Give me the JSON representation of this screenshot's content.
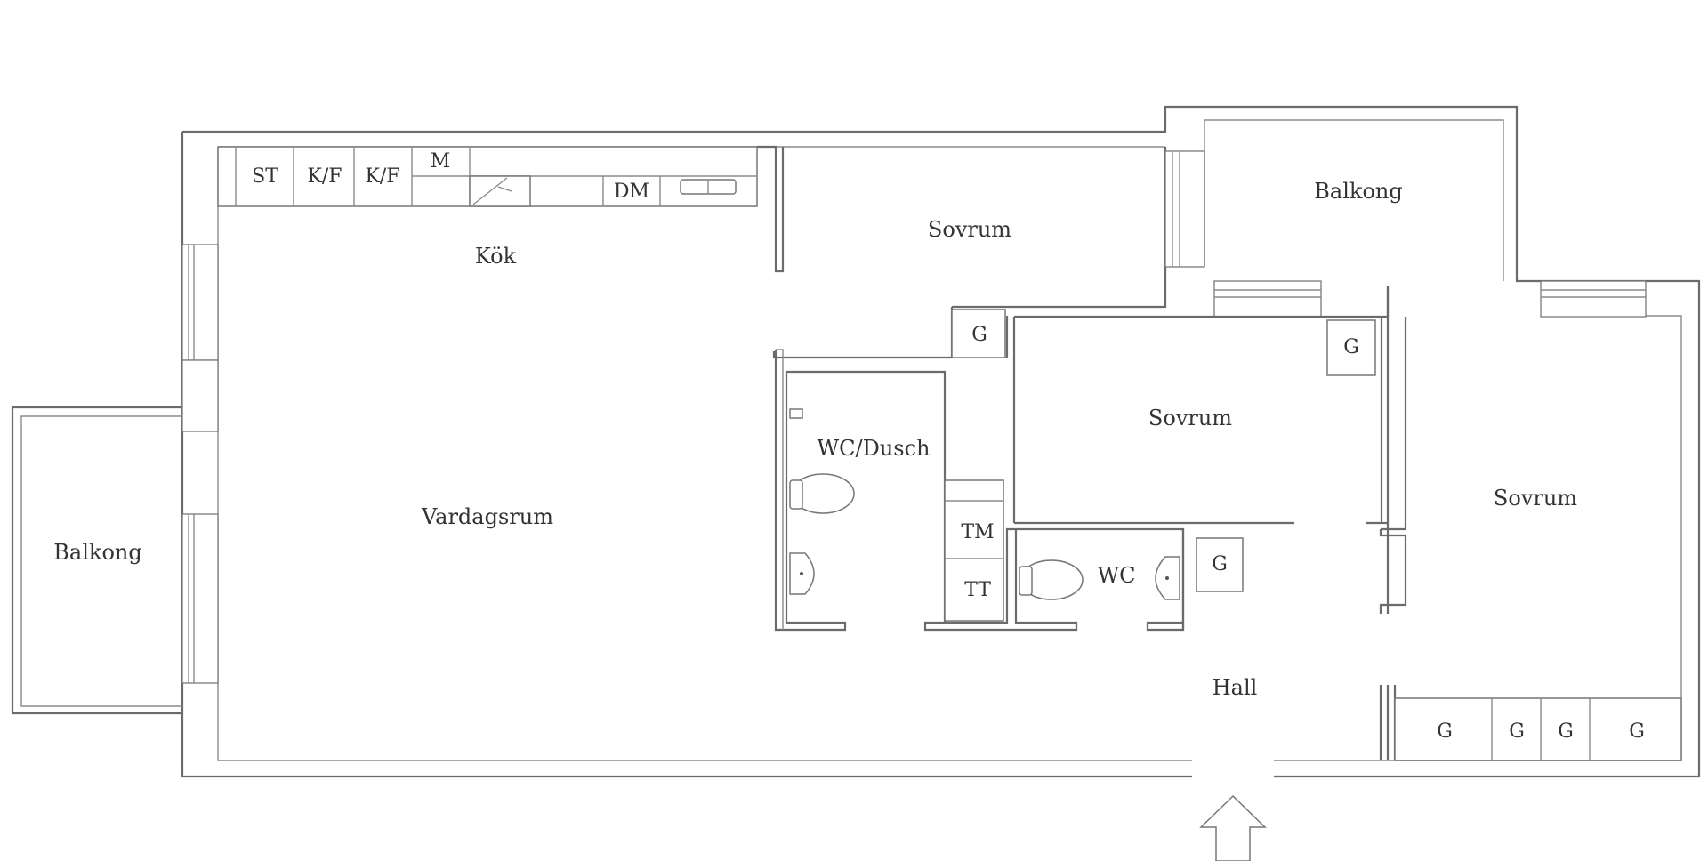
{
  "rooms": {
    "kitchen": "Kök",
    "living": "Vardagsrum",
    "balcony_left": "Balkong",
    "balcony_top": "Balkong",
    "bedroom_top": "Sovrum",
    "bedroom_mid": "Sovrum",
    "bedroom_right": "Sovrum",
    "wc_dusch": "WC/Dusch",
    "wc": "WC",
    "hall": "Hall"
  },
  "fixtures": {
    "st": "ST",
    "kf1": "K/F",
    "kf2": "K/F",
    "m": "M",
    "dm": "DM",
    "tm": "TM",
    "tt": "TT",
    "g_hall_top": "G",
    "g_bed_mid": "G",
    "g_wc": "G",
    "g_row_1": "G",
    "g_row_2": "G",
    "g_row_3": "G",
    "g_row_4": "G"
  },
  "entrance_icon": "arrow-up-icon"
}
